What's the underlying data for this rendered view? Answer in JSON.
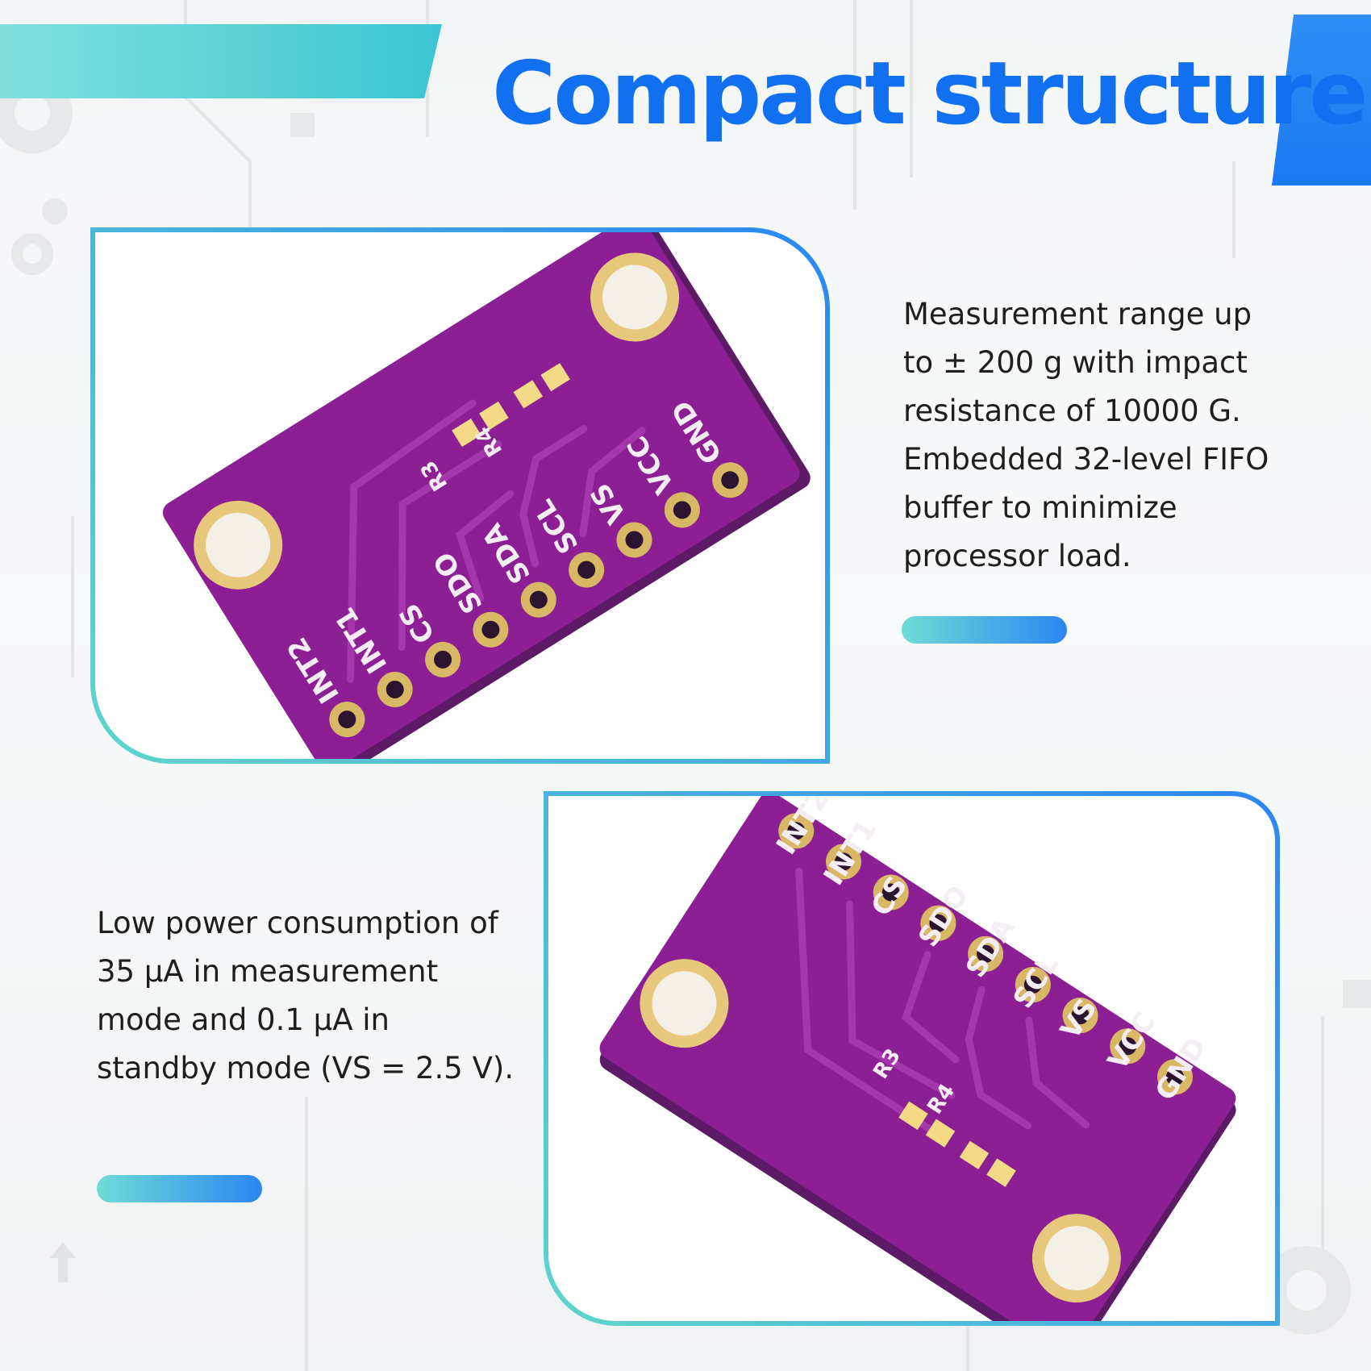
{
  "title": "Compact structure",
  "colors": {
    "title": "#1170ef",
    "board": "#8b1f93",
    "accent_teal": "#5fd6cc",
    "accent_blue": "#2a87f2"
  },
  "feature1": {
    "text": "Measurement range up to ± 200 g with impact resistance of 10000 G. Embedded 32-level FIFO buffer to minimize processor load."
  },
  "feature2": {
    "text": "Low power consumption of 35 μA in measurement mode and 0.1 μA in standby mode (VS = 2.5 V)."
  },
  "board_labels": {
    "pins": [
      "INT2",
      "INT1",
      "CS",
      "SDO",
      "SDA",
      "SCL",
      "VS",
      "VCC",
      "GND"
    ],
    "resistors": [
      "R3",
      "R4"
    ]
  }
}
